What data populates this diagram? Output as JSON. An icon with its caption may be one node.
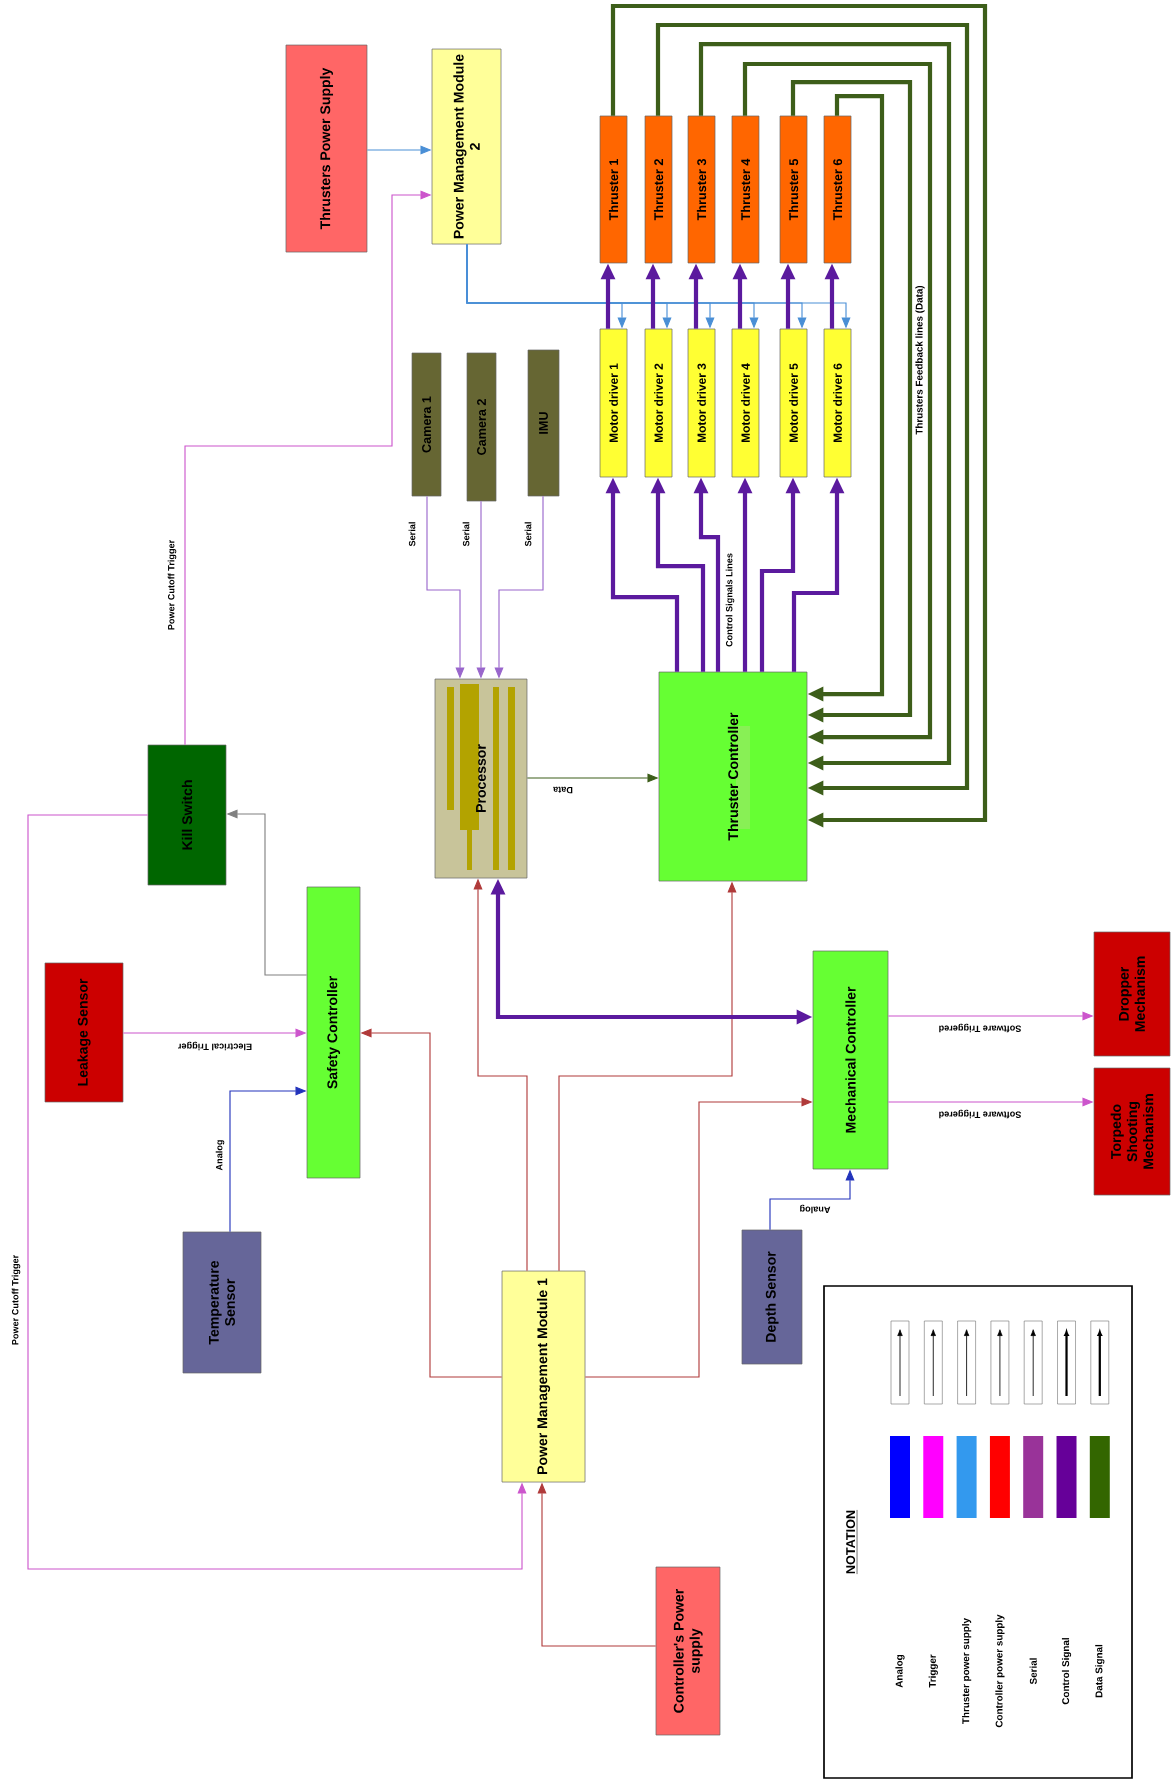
{
  "diagram": {
    "nodes": [
      {
        "text": [
          "Thrusters Power Supply"
        ]
      },
      {
        "text": [
          "Power Management Module 2"
        ]
      },
      {
        "text": [
          "Thruster 1"
        ]
      },
      {
        "text": [
          "Thruster 2"
        ]
      },
      {
        "text": [
          "Thruster 3"
        ]
      },
      {
        "text": [
          "Thruster 4"
        ]
      },
      {
        "text": [
          "Thruster 5"
        ]
      },
      {
        "text": [
          "Thruster 6"
        ]
      },
      {
        "text": [
          "Motor driver 1"
        ]
      },
      {
        "text": [
          "Motor driver 2"
        ]
      },
      {
        "text": [
          "Motor driver 3"
        ]
      },
      {
        "text": [
          "Motor driver 4"
        ]
      },
      {
        "text": [
          "Motor driver 5"
        ]
      },
      {
        "text": [
          "Motor driver 6"
        ]
      },
      {
        "text": [
          "Camera 1"
        ]
      },
      {
        "text": [
          "Camera 2"
        ]
      },
      {
        "text": [
          "IMU"
        ]
      },
      {
        "text": [
          "Processor"
        ]
      },
      {
        "text": [
          "Thruster Controller"
        ]
      },
      {
        "text": [
          "Kill Switch"
        ]
      },
      {
        "text": [
          "Safety Controller"
        ]
      },
      {
        "text": [
          "Leakage Sensor"
        ]
      },
      {
        "text": [
          "Mechanical Controller"
        ]
      },
      {
        "text": [
          "Dropper Mechanism"
        ]
      },
      {
        "text": [
          "Torpedo Shooting Mechanism"
        ]
      },
      {
        "text": [
          "Temperature Sensor"
        ]
      },
      {
        "text": [
          "Power Management Module 1"
        ]
      },
      {
        "text": [
          "Depth Sensor"
        ]
      },
      {
        "text": [
          "Controller's Power supply"
        ]
      }
    ],
    "edges": [
      {
        "from": 0,
        "to": 1,
        "arrow": "to",
        "color": "#4a8fd6"
      },
      {
        "from": 19,
        "to": 1,
        "arrow": "to",
        "label": "Power Cutoff Trigger",
        "color": "#cc55cc"
      },
      {
        "from": 1,
        "to": 8,
        "arrow": "to",
        "color": "#4a8fd6"
      },
      {
        "from": 1,
        "to": 9,
        "arrow": "to",
        "color": "#4a8fd6"
      },
      {
        "from": 1,
        "to": 10,
        "arrow": "to",
        "color": "#4a8fd6"
      },
      {
        "from": 1,
        "to": 11,
        "arrow": "to",
        "color": "#4a8fd6"
      },
      {
        "from": 1,
        "to": 12,
        "arrow": "to",
        "color": "#4a8fd6"
      },
      {
        "from": 1,
        "to": 13,
        "arrow": "to",
        "color": "#4a8fd6"
      },
      {
        "from": 8,
        "to": 2,
        "arrow": "to",
        "style": "thick"
      },
      {
        "from": 9,
        "to": 3,
        "arrow": "to",
        "style": "thick"
      },
      {
        "from": 10,
        "to": 4,
        "arrow": "to",
        "style": "thick"
      },
      {
        "from": 11,
        "to": 5,
        "arrow": "to",
        "style": "thick"
      },
      {
        "from": 12,
        "to": 6,
        "arrow": "to",
        "style": "thick"
      },
      {
        "from": 13,
        "to": 7,
        "arrow": "to",
        "style": "thick"
      },
      {
        "from": 2,
        "to": 18,
        "arrow": "to",
        "style": "thick",
        "color": "#3d5e1a"
      },
      {
        "from": 3,
        "to": 18,
        "arrow": "to",
        "style": "thick",
        "color": "#3d5e1a"
      },
      {
        "from": 4,
        "to": 18,
        "arrow": "to",
        "style": "thick",
        "color": "#3d5e1a"
      },
      {
        "from": 5,
        "to": 18,
        "arrow": "to",
        "style": "thick",
        "color": "#3d5e1a"
      },
      {
        "from": 6,
        "to": 18,
        "arrow": "to",
        "style": "thick",
        "color": "#3d5e1a"
      },
      {
        "from": 7,
        "to": 18,
        "arrow": "to",
        "style": "thick",
        "color": "#3d5e1a"
      },
      {
        "from": 18,
        "to": 8,
        "arrow": "to",
        "style": "thick"
      },
      {
        "from": 18,
        "to": 9,
        "arrow": "to",
        "style": "thick"
      },
      {
        "from": 18,
        "to": 10,
        "arrow": "to",
        "style": "thick"
      },
      {
        "from": 18,
        "to": 11,
        "arrow": "to",
        "style": "thick"
      },
      {
        "from": 18,
        "to": 12,
        "arrow": "to",
        "style": "thick"
      },
      {
        "from": 18,
        "to": 13,
        "arrow": "to",
        "style": "thick"
      },
      {
        "from": 14,
        "to": 17,
        "arrow": "to",
        "label": "Serial",
        "color": "#9966cc"
      },
      {
        "from": 15,
        "to": 17,
        "arrow": "to",
        "label": "Serial",
        "color": "#9966cc"
      },
      {
        "from": 16,
        "to": 17,
        "arrow": "to",
        "label": "Serial",
        "color": "#9966cc"
      },
      {
        "from": 17,
        "to": 18,
        "arrow": "to",
        "label": "Data",
        "color": "#3d5e1a"
      },
      {
        "from": 20,
        "to": 19,
        "arrow": "to",
        "color": "#808080"
      },
      {
        "from": 19,
        "to": 26,
        "arrow": "to",
        "label": "Power Cutoff Trigger",
        "color": "#cc55cc"
      },
      {
        "from": 21,
        "to": 20,
        "arrow": "to",
        "label": "Electrical Trigger",
        "color": "#cc55cc"
      },
      {
        "from": 25,
        "to": 20,
        "arrow": "to",
        "label": "Analog",
        "color": "#2233bb"
      },
      {
        "from": 26,
        "to": 20,
        "arrow": "to",
        "color": "#b03a3a"
      },
      {
        "from": 26,
        "to": 17,
        "arrow": "to",
        "color": "#b03a3a"
      },
      {
        "from": 26,
        "to": 18,
        "arrow": "to",
        "color": "#b03a3a"
      },
      {
        "from": 26,
        "to": 22,
        "arrow": "to",
        "color": "#b03a3a"
      },
      {
        "from": 17,
        "to": 22,
        "arrow": "both",
        "style": "thick"
      },
      {
        "from": 22,
        "to": 23,
        "arrow": "to",
        "label": "Software Triggered",
        "color": "#cc55cc"
      },
      {
        "from": 22,
        "to": 24,
        "arrow": "to",
        "label": "Software Triggered",
        "color": "#cc55cc"
      },
      {
        "from": 27,
        "to": 22,
        "arrow": "to",
        "label": "Analog",
        "color": "#2233bb"
      },
      {
        "from": 28,
        "to": 26,
        "arrow": "to",
        "color": "#b03a3a"
      }
    ],
    "labels": [
      "Thrusters Feedback lines (Data)",
      "Control Signals Lines",
      "NOTATION"
    ],
    "legend": [
      {
        "text": "Analog",
        "color": "#0000ff"
      },
      {
        "text": "Trigger",
        "color": "#ff00ff"
      },
      {
        "text": "Thruster power supply",
        "color": "#3399ee"
      },
      {
        "text": "Controller power supply",
        "color": "#ff0000"
      },
      {
        "text": "Serial",
        "color": "#993399"
      },
      {
        "text": "Control Signal",
        "color": "#660099"
      },
      {
        "text": "Data Signal",
        "color": "#336600"
      }
    ]
  }
}
